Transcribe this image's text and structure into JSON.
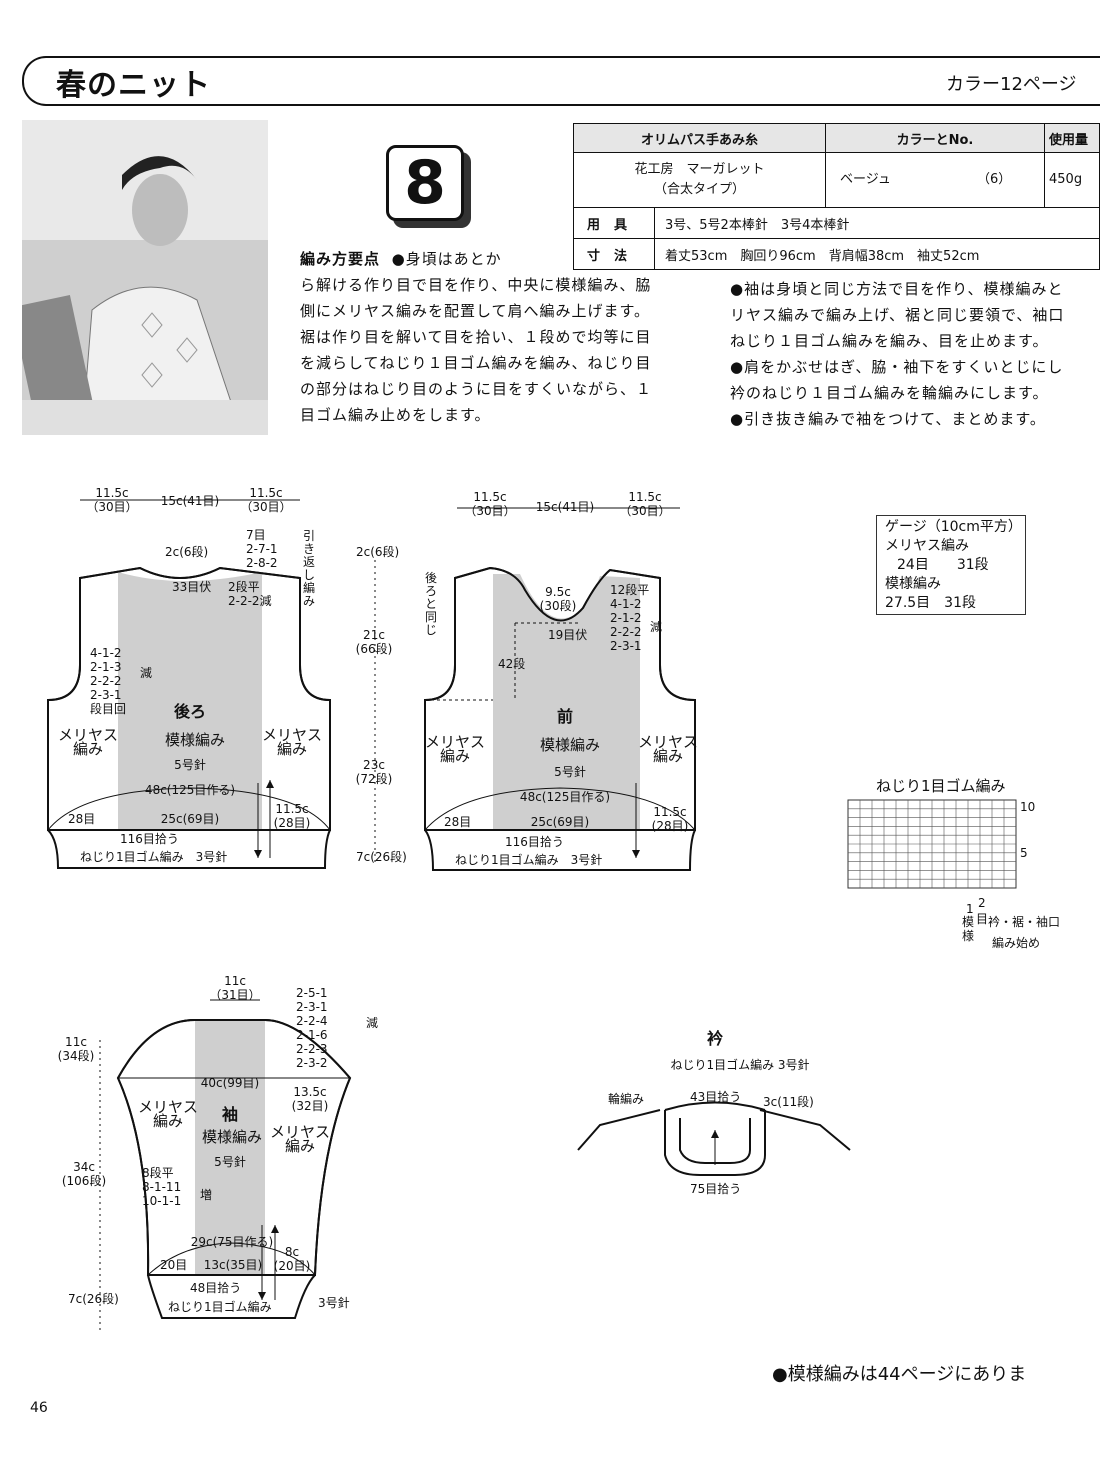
{
  "header": {
    "title": "春のニット",
    "page_ref": "カラー12ページ"
  },
  "badge": "8",
  "materials": {
    "head_yarn": "オリムパス手あみ糸",
    "head_color": "カラーとNo.",
    "head_amount": "使用量",
    "yarn_line1": "花工房　マーガレット",
    "yarn_line2": "（合太タイプ）",
    "color_name": "ベージュ",
    "color_no": "（6）",
    "amount": "450g",
    "tools_label": "用具",
    "tools_value": "3号、5号2本棒針　3号4本棒針",
    "size_label": "寸法",
    "size_value": "着丈53cm　胸回り96cm　背肩幅38cm　袖丈52cm"
  },
  "instructions_left": {
    "heading": "編み方要点",
    "first": "●身頃はあとか",
    "lines": [
      "ら解ける作り目で目を作り、中央に模様編み、脇",
      "側にメリヤス編みを配置して肩へ編み上げます。",
      "裾は作り目を解いて目を拾い、１段めで均等に目",
      "を減らしてねじり１目ゴム編みを編み、ねじり目",
      "の部分はねじり目のように目をすくいながら、１",
      "目ゴム編み止めをします。"
    ]
  },
  "instructions_right": {
    "lines": [
      "●袖は身頃と同じ方法で目を作り、模様編みと",
      "リヤス編みで編み上げ、裾と同じ要領で、袖口",
      "ねじり１目ゴム編みを編み、目を止めます。",
      "●肩をかぶせはぎ、脇・袖下をすくいとじにし",
      "衿のねじり１目ゴム編みを輪編みにします。",
      "●引き抜き編みで袖をつけて、まとめます。"
    ]
  },
  "back": {
    "top_left": "11.5c\n（30目）",
    "top_mid": "15c(41目)",
    "top_right": "11.5c\n（30目）",
    "neck_depth": "2c(6段)",
    "neck_bind": "33目伏",
    "shoulder_rows": "7目\n2-7-1\n2-8-2",
    "shoulder_note": "引き返し編み",
    "neck_dec": "2段平\n2-2-2減",
    "arm_dec": "4-1-2\n2-1-3\n2-2-2\n2-3-1\n段目回",
    "arm_dec_note": "減",
    "name": "後ろ",
    "center": "模様編み",
    "needle": "5号針",
    "left_side": "メリヤス\n編み",
    "right_side": "メリヤス\n編み",
    "width": "48c(125目作る)",
    "left_cnt": "28目",
    "bottom_cnt": "25c(69目)",
    "right_cnt": "11.5c\n(28目)",
    "pick": "116目拾う",
    "rib": "ねじり1目ゴム編み　3号針"
  },
  "vertical": {
    "top": "2c(6段)",
    "armhole": "21c\n(66段)",
    "body": "23c\n(72段)",
    "rib": "7c(26段)"
  },
  "front": {
    "top_left": "11.5c\n（30目）",
    "top_mid": "15c(41目)",
    "top_right": "11.5c\n（30目）",
    "same": "後ろと同じ",
    "neck_depth": "9.5c\n(30段)",
    "neck_bind": "19目伏",
    "neck_dec": "12段平\n4-1-2\n2-1-2\n2-2-2\n2-3-1",
    "neck_dec_note": "減",
    "rows42": "42段",
    "name": "前",
    "center": "模様編み",
    "needle": "5号針",
    "left_side": "メリヤス\n編み",
    "right_side": "メリヤス\n編み",
    "width": "48c(125目作る)",
    "left_cnt": "28目",
    "bottom_cnt": "25c(69目)",
    "right_cnt": "11.5c\n(28目)",
    "pick": "116目拾う",
    "rib": "ねじり1目ゴム編み　3号針"
  },
  "gauge": {
    "title": "ゲージ（10cm平方）",
    "r1": "メリヤス編み",
    "r2": "24目　　31段",
    "r3": "模様編み",
    "r4": "27.5目　31段"
  },
  "rib_chart": {
    "title": "ねじり1目ゴム編み",
    "row10": "10",
    "row5": "5",
    "col1": "1",
    "col2": "2",
    "note1": "模様",
    "note2": "目",
    "note3": "衿・裾・袖口",
    "note4": "編み始め"
  },
  "sleeve": {
    "top": "11c\n（31目）",
    "cap_dec": "2-5-1\n2-3-1\n2-2-4\n2-1-6\n2-2-3\n2-3-2",
    "cap_note": "減",
    "cap_height": "11c\n(34段)",
    "width": "40c(99目)",
    "right": "13.5c\n(32目)",
    "name": "袖",
    "center": "模様編み",
    "needle": "5号針",
    "left_side": "メリヤス\n編み",
    "right_side": "メリヤス\n編み",
    "length": "34c\n(106段)",
    "inc": "8段平\n8-1-11\n10-1-1",
    "inc_note": "増",
    "cast": "29c(75目作る)",
    "left_cnt": "20目",
    "bottom": "13c(35目)",
    "right_cnt": "8c\n(20目)",
    "pick": "48目拾う",
    "rib": "ねじり1目ゴム編み",
    "needle_rib": "3号針",
    "rib_len": "7c(26段)"
  },
  "collar": {
    "title": "衿",
    "sub": "ねじり1目ゴム編み 3号針",
    "round": "輪編み",
    "pick43": "43目拾う",
    "height": "3c(11段)",
    "pick75": "75目拾う"
  },
  "footnote": "●模様編みは44ページにありま",
  "page_number": "46"
}
